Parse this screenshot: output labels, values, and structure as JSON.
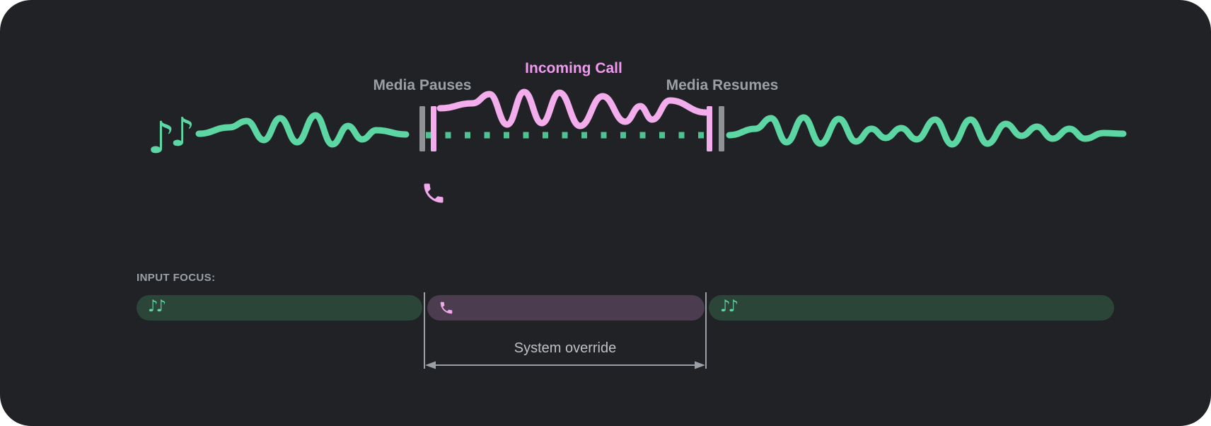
{
  "diagram": {
    "labels": {
      "media_pauses": "Media Pauses",
      "incoming_call": "Incoming Call",
      "media_resumes": "Media Resumes"
    },
    "icons": {
      "music_note_glyph": "♪",
      "music_notes_glyph": "♪♪"
    }
  },
  "input_focus": {
    "label": "INPUT FOCUS:",
    "annotation": "System override",
    "segments": [
      {
        "name": "media-before-call",
        "icon": "music-notes-icon",
        "icon_glyph": "♪♪"
      },
      {
        "name": "call",
        "icon": "phone-icon"
      },
      {
        "name": "media-after-call",
        "icon": "music-notes-icon",
        "icon_glyph": "♪♪"
      }
    ]
  },
  "colors": {
    "card_background": "#212225",
    "media_green": "#5cd6a2",
    "media_green_dotted": "#4fc193",
    "call_pink": "#f3adec",
    "incoming_call_text": "#f09aef",
    "label_gray": "#9aa0a6",
    "system_override_gray": "#bdc1c6",
    "pill_media_background": "#2c4539",
    "pill_call_background": "#4b3c4f",
    "marker_gray": "#8f9195"
  }
}
